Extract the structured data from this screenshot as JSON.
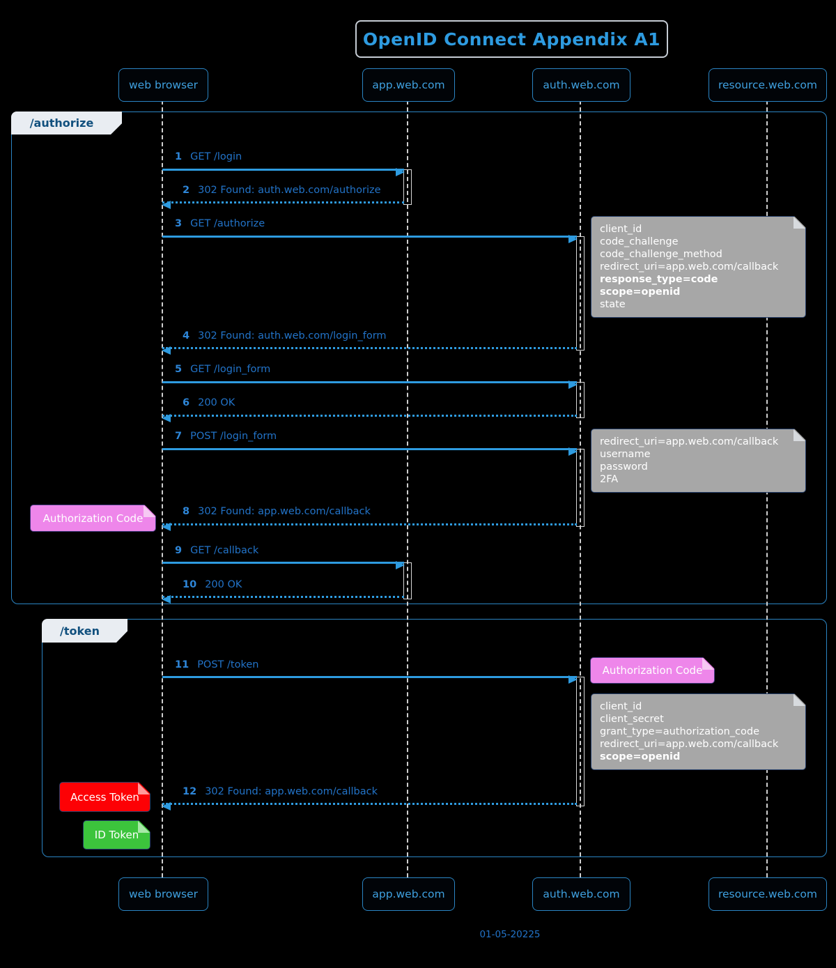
{
  "title": "OpenID Connect Appendix A1",
  "participants": [
    {
      "id": "web-browser",
      "label": "web browser"
    },
    {
      "id": "app",
      "label": "app.web.com"
    },
    {
      "id": "auth",
      "label": "auth.web.com"
    },
    {
      "id": "resource",
      "label": "resource.web.com"
    }
  ],
  "frames": [
    {
      "label": "/authorize"
    },
    {
      "label": "/token"
    }
  ],
  "messages": [
    {
      "num": "1",
      "text": "GET /login"
    },
    {
      "num": "2",
      "text": "302 Found: auth.web.com/authorize"
    },
    {
      "num": "3",
      "text": "GET /authorize"
    },
    {
      "num": "4",
      "text": "302 Found: auth.web.com/login_form"
    },
    {
      "num": "5",
      "text": "GET /login_form"
    },
    {
      "num": "6",
      "text": "200 OK"
    },
    {
      "num": "7",
      "text": "POST /login_form"
    },
    {
      "num": "8",
      "text": "302 Found: app.web.com/callback"
    },
    {
      "num": "9",
      "text": "GET /callback"
    },
    {
      "num": "10",
      "text": "200 OK"
    },
    {
      "num": "11",
      "text": "POST /token"
    },
    {
      "num": "12",
      "text": "302 Found: app.web.com/callback"
    }
  ],
  "notes": {
    "authorize_params": {
      "lines": [
        "client_id",
        "code_challenge",
        "code_challenge_method",
        "redirect_uri=app.web.com/callback",
        "response_type=code",
        "scope=openid",
        "state"
      ]
    },
    "login_params": {
      "lines": [
        "redirect_uri=app.web.com/callback",
        "username",
        "password",
        "2FA"
      ]
    },
    "token_params": {
      "lines": [
        "client_id",
        "client_secret",
        "grant_type=authorization_code",
        "redirect_uri=app.web.com/callback",
        "scope=openid"
      ]
    },
    "auth_code_browser": "Authorization Code",
    "auth_code_token": "Authorization Code",
    "access_token": "Access Token",
    "id_token": "ID Token"
  },
  "footer": "01-05-20225",
  "colors": {
    "blue-bright": "#2e9be0",
    "blue-border": "#2b85c4",
    "blue-msg": "#2273c8",
    "gray-note": "#a7a7a7",
    "pink": "#ee86ea",
    "red": "#fd0105",
    "green": "#3cc43c",
    "label-bg": "#e9edf2",
    "label-text": "#11507e",
    "lifeline": "#cfcfcf"
  }
}
